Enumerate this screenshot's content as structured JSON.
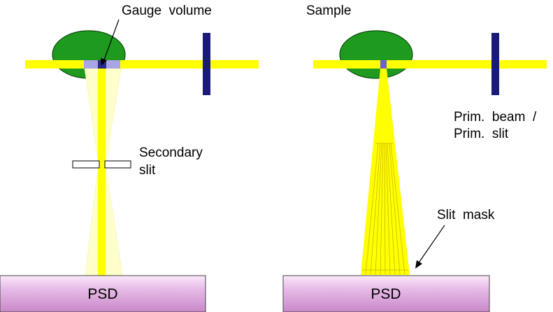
{
  "labels": {
    "gauge_volume": "Gauge  volume",
    "sample": "Sample",
    "secondary_slit_line1": "Secondary",
    "secondary_slit_line2": "slit",
    "prim_beam_line1": "Prim.  beam  /",
    "prim_beam_line2": "Prim.  slit",
    "slit_mask": "Slit  mask",
    "psd_left": "PSD",
    "psd_right": "PSD"
  },
  "colors": {
    "beam": "#ffff00",
    "beam_faint": "#ffffcc",
    "sample": "#1e9b1e",
    "primary_slit": "#1a1a7a",
    "gauge_volume": "#a9a4e6",
    "gauge_volume_dark": "#2a2a8a",
    "psd_fill": "#d9a5d9",
    "slit_mask_lines": "#b8a000"
  }
}
